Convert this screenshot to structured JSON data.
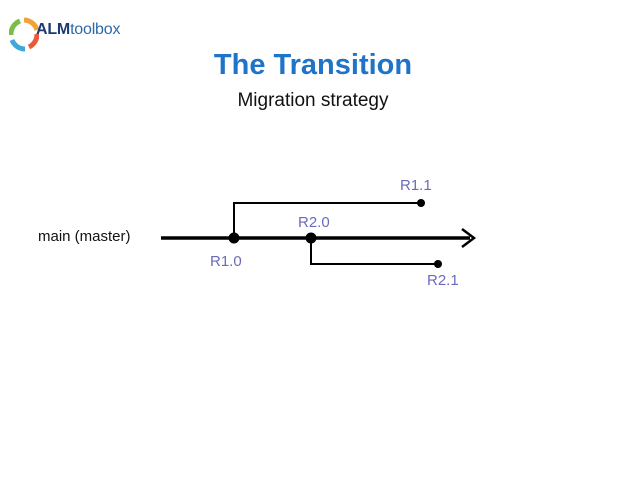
{
  "logo": {
    "text_bold": "ALM",
    "text_light": "toolbox"
  },
  "title": "The Transition",
  "subtitle": "Migration strategy",
  "diagram": {
    "trunk_label": "main (master)",
    "releases": {
      "r1_0": "R1.0",
      "r1_1": "R1.1",
      "r2_0": "R2.0",
      "r2_1": "R2.1"
    }
  },
  "colors": {
    "title": "#1f73c8",
    "release_label": "#6b6bbd",
    "line": "#000000"
  }
}
